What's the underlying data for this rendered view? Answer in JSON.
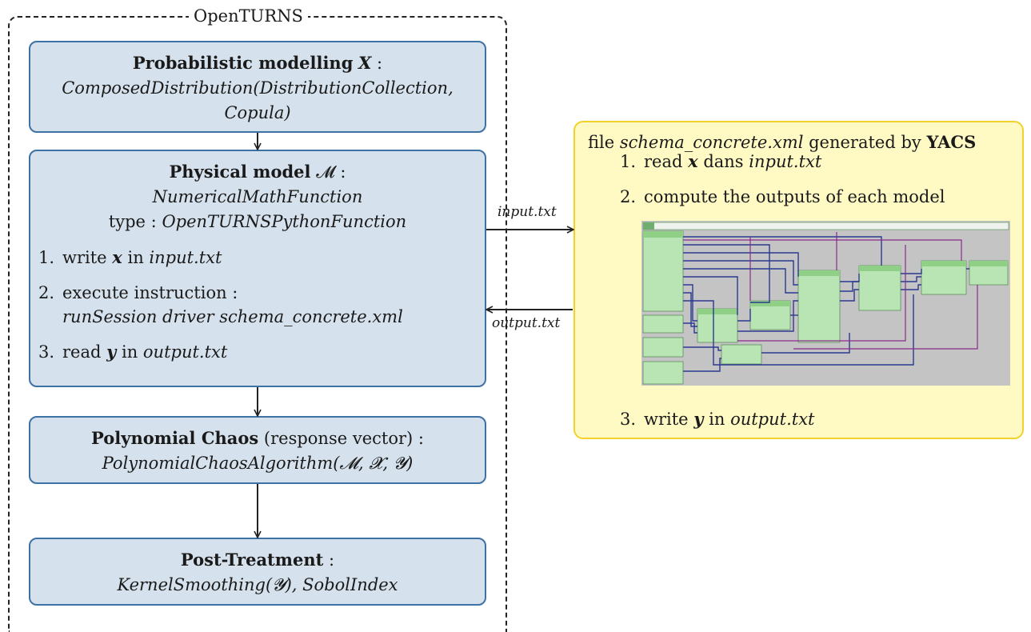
{
  "frame": {
    "title": "OpenTURNS"
  },
  "probabilistic": {
    "title": "Probabilistic modelling",
    "symbol": "X",
    "suffix": " :",
    "line2": "ComposedDistribution(DistributionCollection,",
    "line3": "Copula)"
  },
  "physical": {
    "title": "Physical model",
    "symbol": "𝓜",
    "suffix": " :",
    "class_name": "NumericalMathFunction",
    "type_label": "type :",
    "type_value": "OpenTURNSPythonFunction",
    "steps": [
      {
        "num": "1.",
        "pre": "write ",
        "var": "x",
        "mid": " in ",
        "file": "input.txt"
      },
      {
        "num": "2.",
        "text": "execute instruction :",
        "cmd": "runSession driver schema_concrete.xml"
      },
      {
        "num": "3.",
        "pre": "read ",
        "var": "y",
        "mid": " in ",
        "file": "output.txt"
      }
    ]
  },
  "chaos": {
    "title": "Polynomial Chaos",
    "note": " (response vector) :",
    "algo": "PolynomialChaosAlgorithm(𝓜, 𝓧, 𝓨)"
  },
  "post": {
    "title": "Post-Treatment",
    "suffix": " :",
    "line2": "KernelSmoothing(𝓨), SobolIndex"
  },
  "arrows": {
    "input_label": "input.txt",
    "output_label": "output.txt"
  },
  "yacs_box": {
    "lead": "file ",
    "file": "schema_concrete.xml",
    "mid": " generated by ",
    "tool": "YACS",
    "steps": [
      {
        "num": "1.",
        "pre": "read ",
        "var": "x",
        "mid": " dans ",
        "file": "input.txt"
      },
      {
        "num": "2.",
        "text": "compute the outputs of each model"
      },
      {
        "num": "3.",
        "pre": "write ",
        "var": "y",
        "mid": " in ",
        "file": "output.txt"
      }
    ]
  },
  "colors": {
    "box_fill": "#d5e1ec",
    "box_border": "#3e72a5",
    "yacs_fill": "#fff9c4",
    "yacs_border": "#f2d22a"
  }
}
